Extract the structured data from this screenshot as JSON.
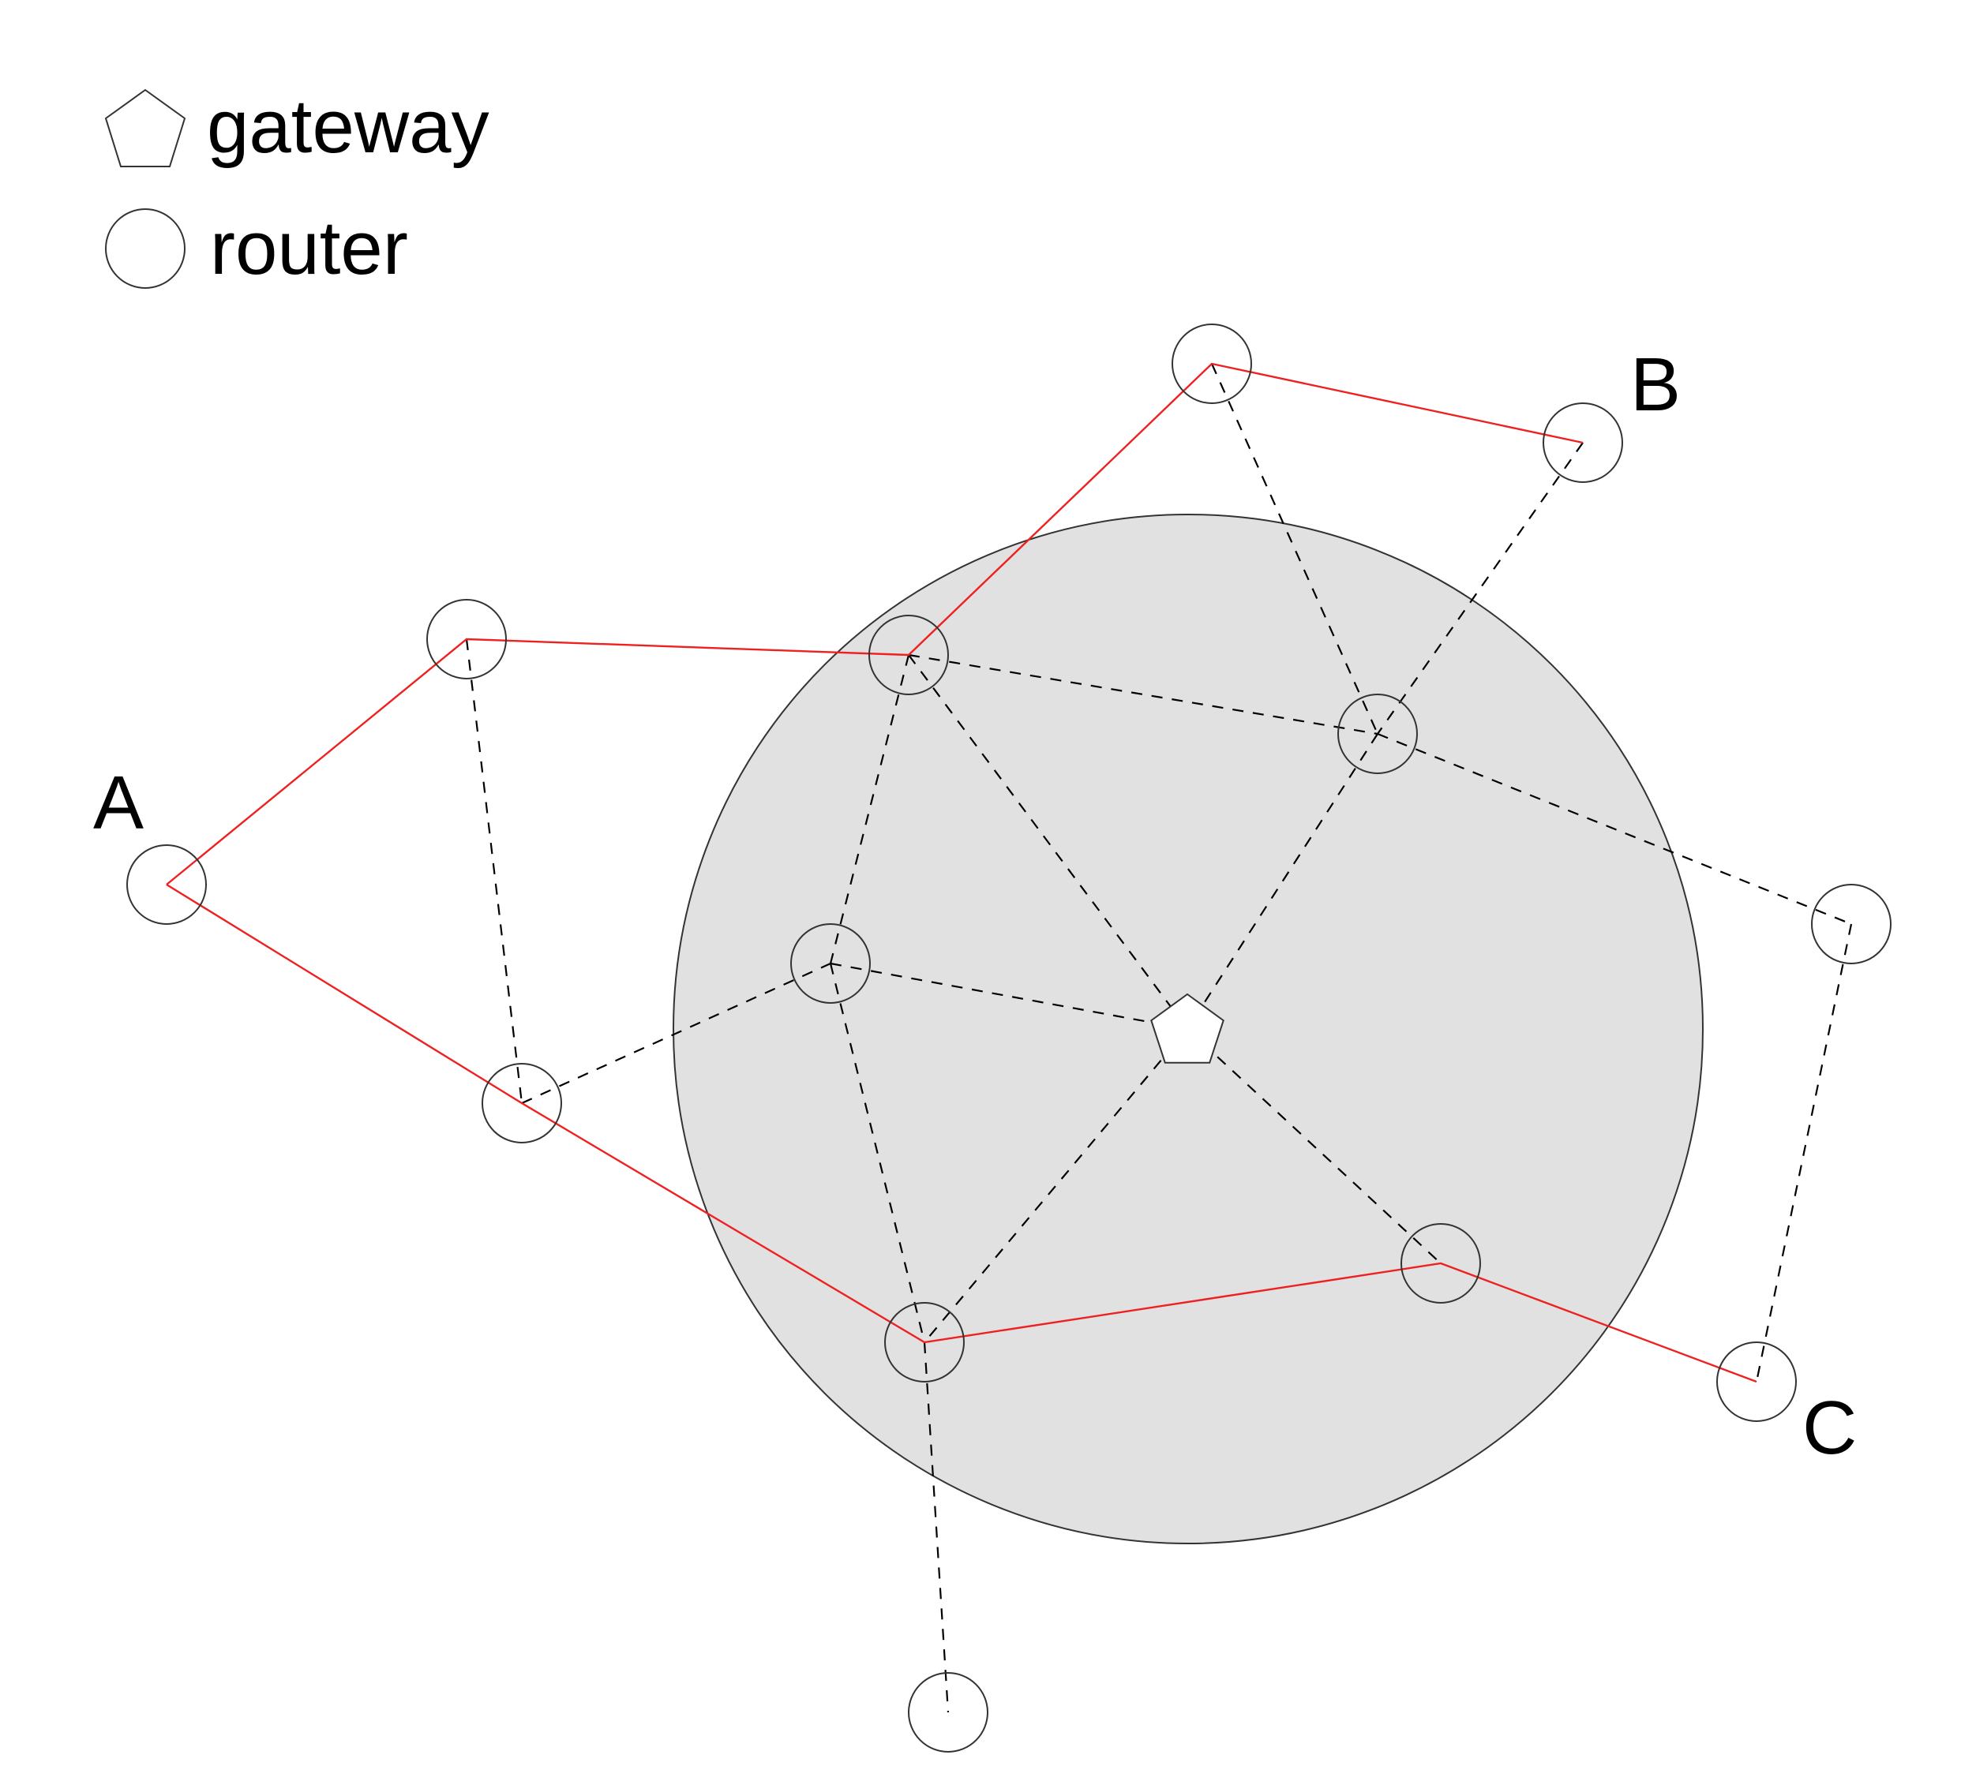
{
  "legend": {
    "gateway_label": "gateway",
    "router_label": "router"
  },
  "colors": {
    "route": "#ef2020",
    "link": "#000000",
    "coverage_fill": "#e1e1e1",
    "node_stroke": "#333333"
  },
  "labels": {
    "a": "A",
    "b": "B",
    "c": "C"
  },
  "nodes": [
    {
      "id": "A",
      "type": "router",
      "label": "A"
    },
    {
      "id": "r1",
      "type": "router"
    },
    {
      "id": "r2",
      "type": "router"
    },
    {
      "id": "r3",
      "type": "router"
    },
    {
      "id": "r4",
      "type": "router"
    },
    {
      "id": "B",
      "type": "router",
      "label": "B"
    },
    {
      "id": "r5",
      "type": "router"
    },
    {
      "id": "r6",
      "type": "router"
    },
    {
      "id": "gw",
      "type": "gateway"
    },
    {
      "id": "r7",
      "type": "router"
    },
    {
      "id": "r8",
      "type": "router"
    },
    {
      "id": "r9",
      "type": "router"
    },
    {
      "id": "C",
      "type": "router",
      "label": "C"
    },
    {
      "id": "r10",
      "type": "router"
    },
    {
      "id": "r11",
      "type": "router"
    }
  ],
  "links": [
    [
      "r1",
      "r2"
    ],
    [
      "r2",
      "r6"
    ],
    [
      "r3",
      "r6"
    ],
    [
      "r3",
      "r5"
    ],
    [
      "r3",
      "gw"
    ],
    [
      "r4",
      "r5"
    ],
    [
      "B",
      "r5"
    ],
    [
      "r5",
      "gw"
    ],
    [
      "r5",
      "r11"
    ],
    [
      "r6",
      "gw"
    ],
    [
      "r6",
      "r8"
    ],
    [
      "gw",
      "r8"
    ],
    [
      "gw",
      "r9"
    ],
    [
      "r11",
      "C"
    ],
    [
      "r8",
      "r10"
    ]
  ],
  "routes": [
    [
      "A",
      "r1",
      "r3",
      "r4",
      "B"
    ],
    [
      "A",
      "r2",
      "r8",
      "r9",
      "C"
    ]
  ]
}
